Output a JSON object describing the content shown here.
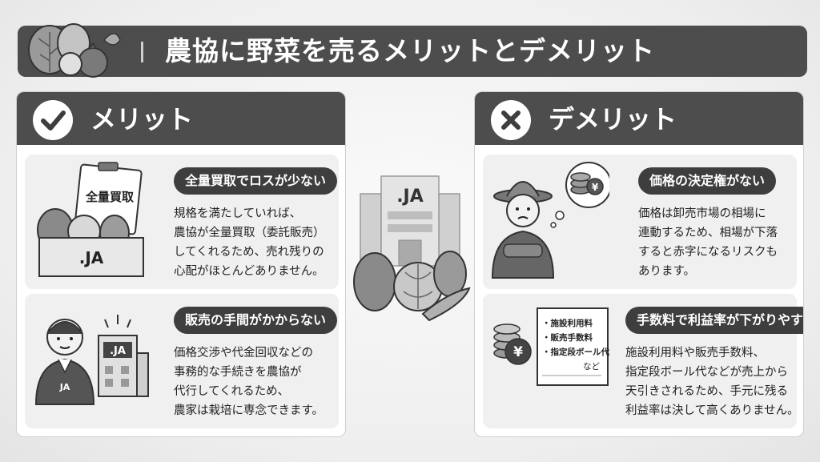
{
  "title": "農協に野菜を売るメリットとデメリット",
  "merit": {
    "header": "メリット",
    "cards": [
      {
        "title": "全量買取でロスが少ない",
        "sign": "全量買取",
        "logo": ".JA",
        "lines": [
          "規格を満たしていれば、",
          "農協が全量買取（委託販売）",
          "してくれるため、売れ残りの",
          "心配がほとんどありません。"
        ]
      },
      {
        "title": "販売の手間がかからない",
        "shirt": "JA",
        "logo": ".JA",
        "lines": [
          "価格交渉や代金回収などの",
          "事務的な手続きを農協が",
          "代行してくれるため、",
          "農家は栽培に専念できます。"
        ]
      }
    ]
  },
  "demerit": {
    "header": "デメリット",
    "cards": [
      {
        "title": "価格の決定権がない",
        "yen": "¥",
        "lines": [
          "価格は卸売市場の相場に",
          "連動するため、相場が下落",
          "すると赤字になるリスクも",
          "あります。"
        ]
      },
      {
        "title": "手数料で利益率が下がりやすい",
        "yen": "¥",
        "doc_items": [
          "・施設利用料",
          "・販売手数料",
          "・指定段ボール代",
          "など"
        ],
        "lines": [
          "施設利用料や販売手数料、",
          "指定段ボール代などが売上から",
          "天引きされるため、手元に残る",
          "利益率は決して高くありません。"
        ]
      }
    ]
  },
  "center": {
    "logo": ".JA"
  },
  "colors": {
    "header": "#4d4d4d",
    "card": "#f0f0f0",
    "pill": "#3e3e3e",
    "panel": "#ffffff"
  }
}
